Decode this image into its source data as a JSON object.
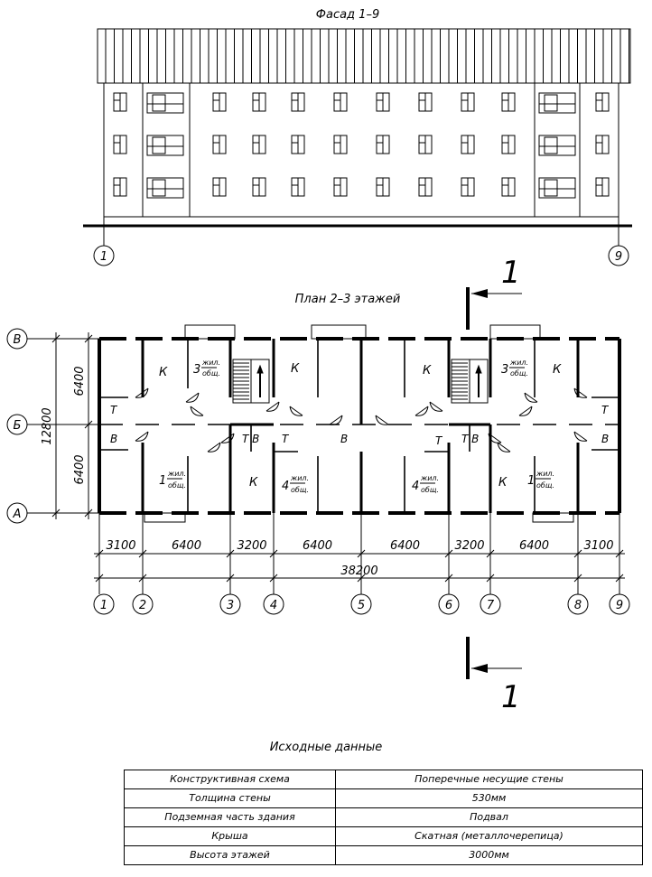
{
  "facade": {
    "title": "Фасад 1–9",
    "axis_left": "1",
    "axis_right": "9"
  },
  "plan": {
    "title": "План 2–3 этажей",
    "section_label_top": "1",
    "section_label_bottom": "1",
    "row_axes": [
      "В",
      "Б",
      "А"
    ],
    "row_dims": [
      "6400",
      "6400"
    ],
    "total_height": "12800",
    "col_axes": [
      "1",
      "2",
      "3",
      "4",
      "5",
      "6",
      "7",
      "8",
      "9"
    ],
    "col_dims": [
      "3100",
      "6400",
      "3200",
      "6400",
      "6400",
      "3200",
      "6400",
      "3100"
    ],
    "total_length": "38200",
    "rooms": {
      "kitchen": "К",
      "toilet": "Т",
      "bath": "В",
      "toilet_bath": "Т В",
      "living": "жил.",
      "common": "общ.",
      "apt1": "1",
      "apt3": "3",
      "apt4": "4"
    }
  },
  "source_data": {
    "title": "Исходные данные",
    "rows": [
      {
        "param": "Конструктивная схема",
        "value": "Поперечные несущие стены"
      },
      {
        "param": "Толщина стены",
        "value": "530мм"
      },
      {
        "param": "Подземная часть здания",
        "value": "Подвал"
      },
      {
        "param": "Крыша",
        "value": "Скатная (металлочерепица)"
      },
      {
        "param": "Высота этажей",
        "value": "3000мм"
      }
    ]
  }
}
